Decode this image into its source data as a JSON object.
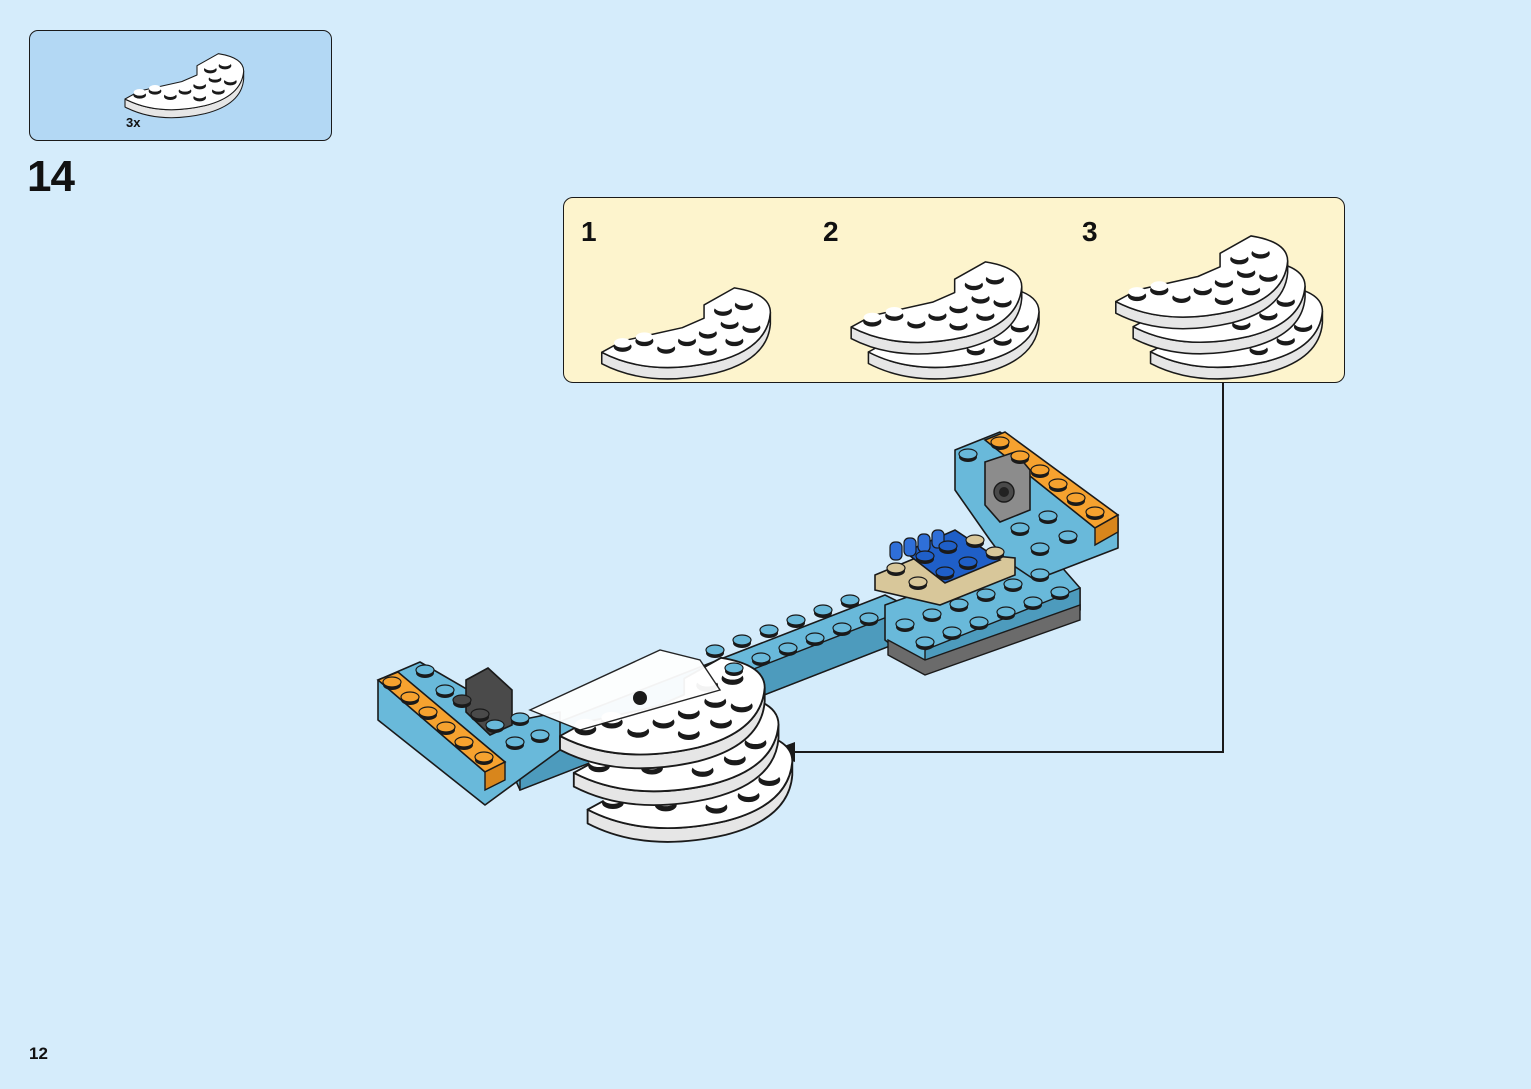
{
  "parts_list": {
    "items": [
      {
        "count": "3x",
        "part": "white-curved-plate-icon"
      }
    ]
  },
  "step": {
    "number": "14"
  },
  "sub_steps": [
    {
      "label": "1"
    },
    {
      "label": "2"
    },
    {
      "label": "3"
    }
  ],
  "page": {
    "number": "12"
  },
  "colors": {
    "background": "#d5ecfb",
    "parts_box": "#b3d8f4",
    "substep_box": "#fdf4cd",
    "medium_azure": "#69b9da",
    "orange": "#f6a22f",
    "white_brick": "#ffffff",
    "dark_gray": "#4a4a4a",
    "blue": "#1f5fc8",
    "tan": "#d8c79a"
  }
}
